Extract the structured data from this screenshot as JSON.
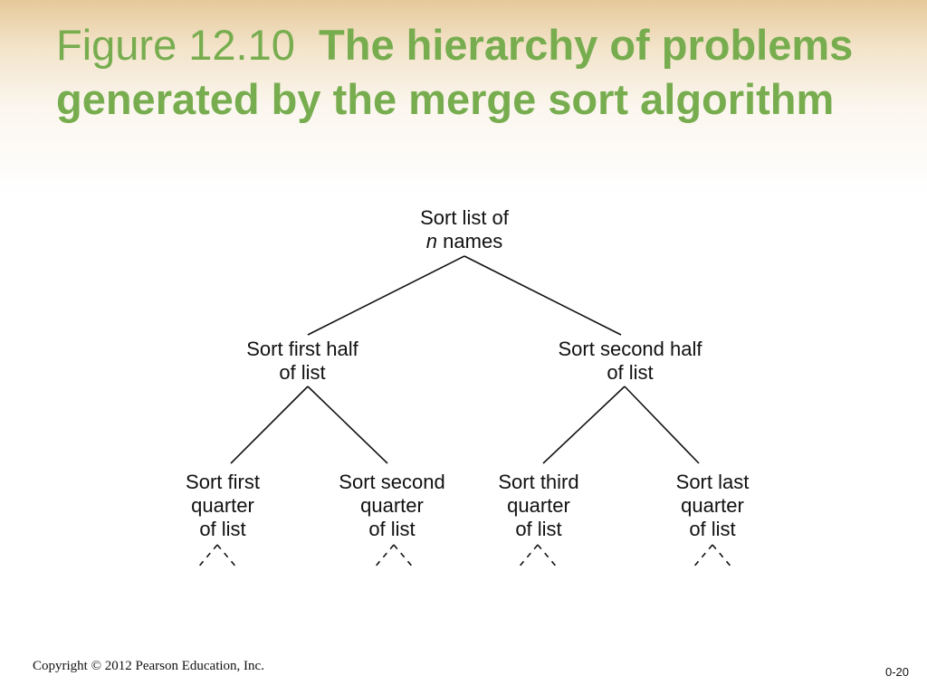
{
  "slide": {
    "title_number": "Figure 12.10",
    "title_caption": "The hierarchy of problems generated by the merge sort algorithm"
  },
  "diagram": {
    "root": {
      "line1": "Sort list of",
      "line2_italic": "n",
      "line2_rest": " names"
    },
    "level1": [
      {
        "line1": "Sort first half",
        "line2": "of list"
      },
      {
        "line1": "Sort second half",
        "line2": "of list"
      }
    ],
    "level2": [
      {
        "line1": "Sort first",
        "line2": "quarter",
        "line3": "of list"
      },
      {
        "line1": "Sort second",
        "line2": "quarter",
        "line3": "of list"
      },
      {
        "line1": "Sort third",
        "line2": "quarter",
        "line3": "of list"
      },
      {
        "line1": "Sort last",
        "line2": "quarter",
        "line3": "of list"
      }
    ]
  },
  "footer": {
    "copyright": "Copyright © 2012 Pearson Education, Inc.",
    "slide_number": "0-20"
  }
}
